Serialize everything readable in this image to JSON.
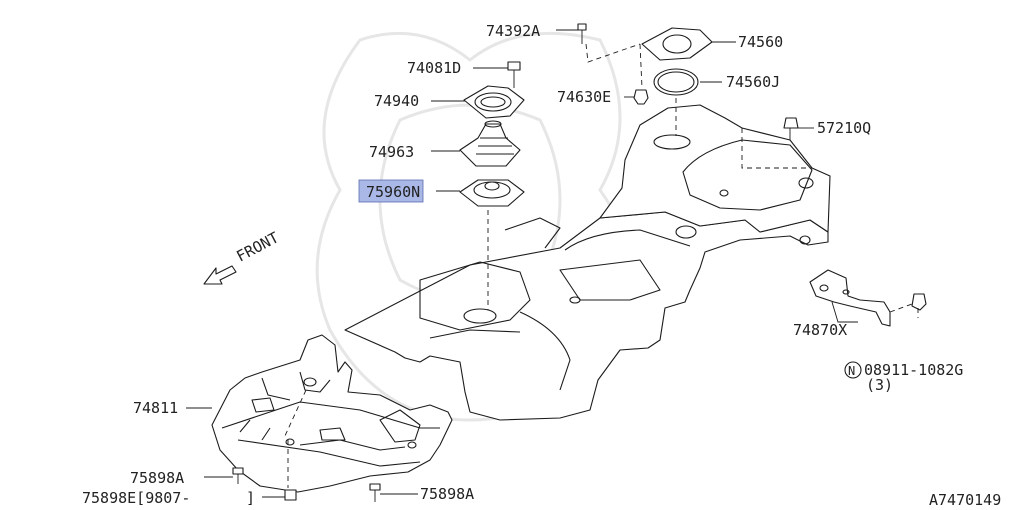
{
  "diagram": {
    "front_label": "FRONT",
    "figure_code": "A7470149",
    "parts": {
      "p74392A": "74392A",
      "p74560": "74560",
      "p74081D": "74081D",
      "p74560J": "74560J",
      "p74940": "74940",
      "p74630E": "74630E",
      "p57210Q": "57210Q",
      "p74963": "74963",
      "p75960N": "75960N",
      "p74870X": "74870X",
      "p08911": "08911-1082G",
      "p08911_qty": "(3)",
      "p74811": "74811",
      "p75898A_left": "75898A",
      "p75898E": "75898E[9807-",
      "p75898E_close": "]",
      "p75898A_right": "75898A"
    },
    "highlighted_part": "75960N",
    "nut_symbol": "N"
  }
}
